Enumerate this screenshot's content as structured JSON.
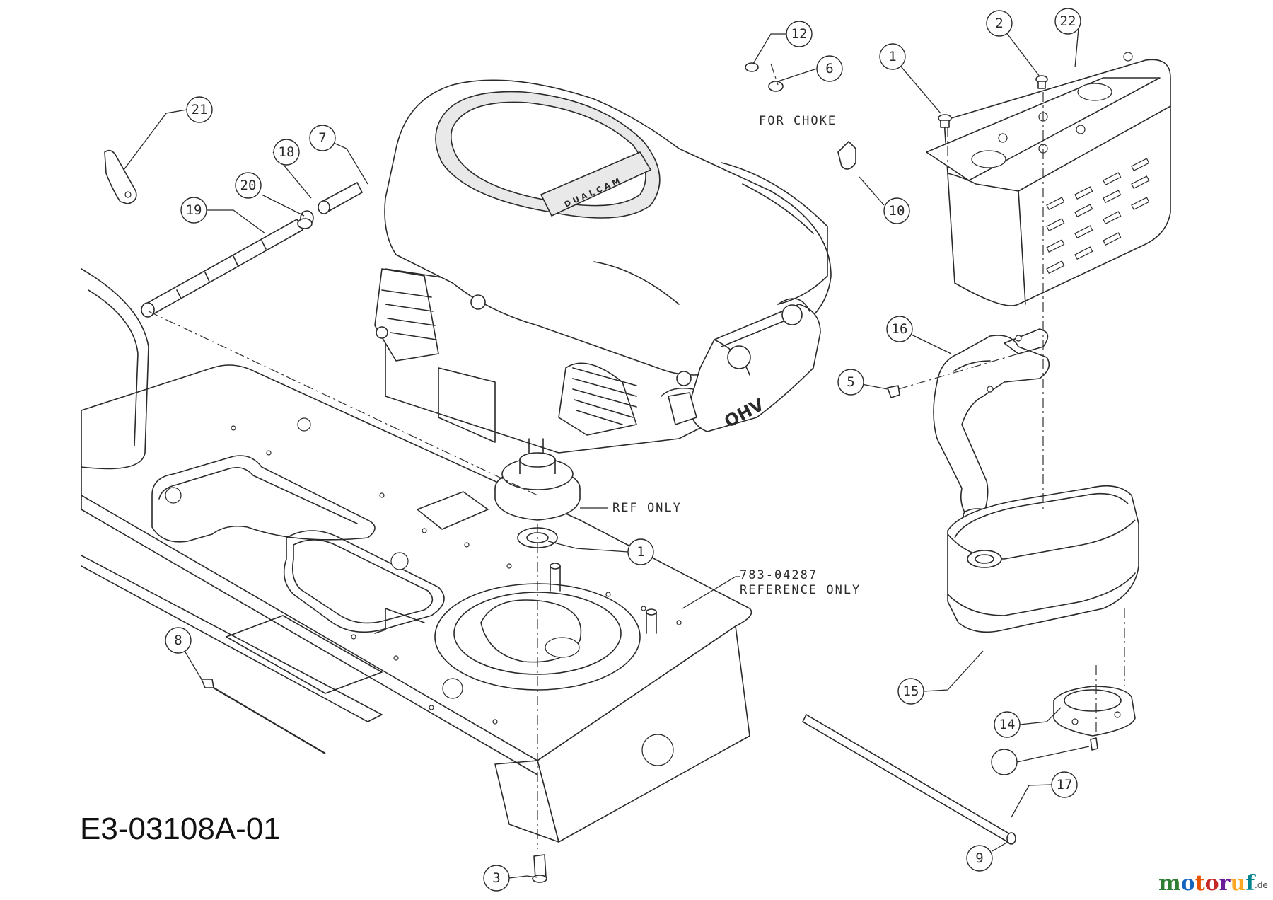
{
  "diagram_code": "E3-03108A-01",
  "notes": {
    "for_choke": "FOR CHOKE",
    "ref_only": "REF ONLY",
    "frame_part_number": "783-04287",
    "frame_reference": "REFERENCE ONLY"
  },
  "engine_labels": {
    "brand": "DUALCAM",
    "valve_type": "OHV"
  },
  "callouts": [
    "21",
    "18",
    "7",
    "20",
    "19",
    "12",
    "6",
    "1",
    "2",
    "22",
    "10",
    "16",
    "5",
    "1",
    "8",
    "15",
    "14",
    "17",
    "9",
    "3"
  ],
  "logo": {
    "letters": [
      "m",
      "o",
      "t",
      "o",
      "r",
      "u",
      "f"
    ],
    "colors": [
      "#2e7d32",
      "#1565c0",
      "#e65100",
      "#c62828",
      "#6a1b9a",
      "#f9a825",
      "#00838f"
    ],
    "suffix": ".de"
  }
}
